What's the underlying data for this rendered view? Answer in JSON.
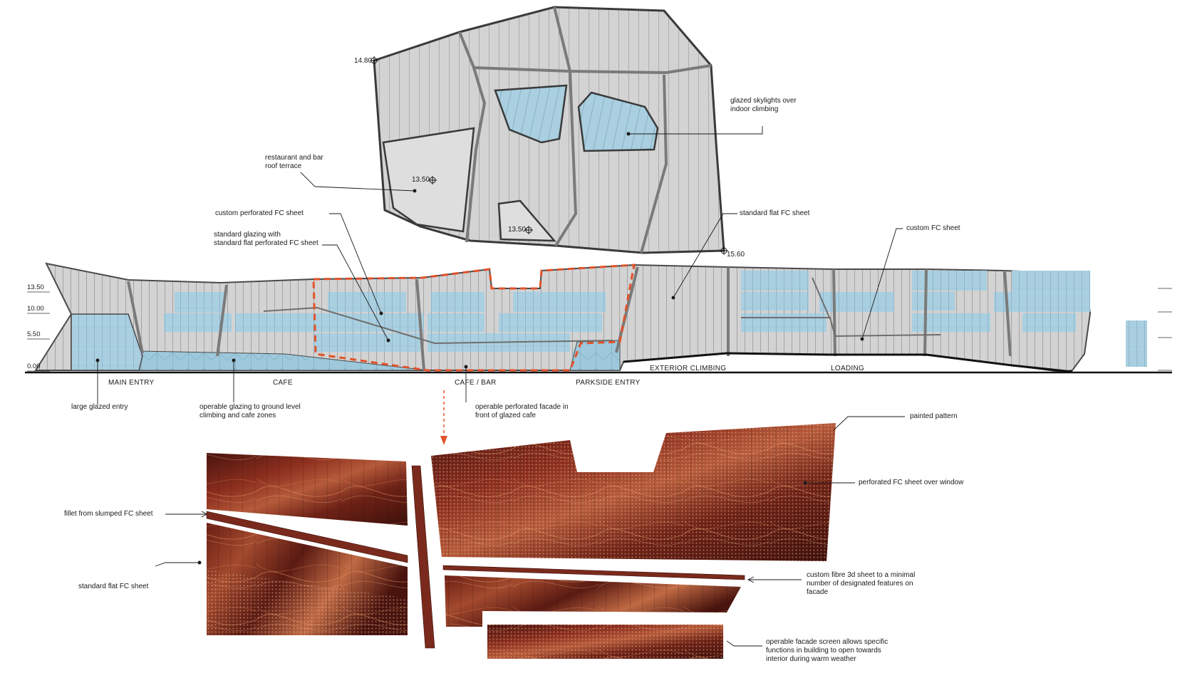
{
  "roof_plan": {
    "spot_levels": [
      "14.80",
      "13.50",
      "13.50",
      "15.60"
    ],
    "callouts": {
      "skylights": "glazed skylights over\nindoor climbing",
      "terrace": "restaurant and bar\nroof terrace"
    }
  },
  "elevation": {
    "levels": [
      "13.50",
      "10.00",
      "5.50",
      "0.00"
    ],
    "zones": [
      "MAIN ENTRY",
      "CAFE",
      "CAFE / BAR",
      "PARKSIDE ENTRY",
      "EXTERIOR CLIMBING",
      "LOADING"
    ],
    "callouts": {
      "custom_perforated": "custom perforated FC sheet",
      "standard_glazing": "standard glazing with\nstandard flat perforated FC sheet",
      "standard_flat_top": "standard flat FC sheet",
      "custom_fc": "custom FC sheet",
      "large_glazed": "large glazed entry",
      "operable_glazing": "operable glazing to ground level\nclimbing and cafe zones",
      "operable_perforated": "operable perforated facade in\nfront of glazed cafe"
    }
  },
  "detail": {
    "callouts": {
      "painted_pattern": "painted pattern",
      "perforated_over_window": "perforated FC sheet over window",
      "fillet": "fillet from slumped FC sheet",
      "standard_flat": "standard flat FC sheet",
      "custom_fibre": "custom fibre 3d sheet to a minimal\nnumber of designated features on\nfacade",
      "operable_screen": "operable facade screen allows specific\nfunctions in building to open towards\ninterior during warm weather"
    }
  },
  "colors": {
    "panel_grey": "#d3d3d3",
    "panel_line": "#555555",
    "outline": "#3a3a3a",
    "glazing": "#a9cfe0",
    "glazing_dark": "#8cbfd6",
    "accent_orange": "#e2522a",
    "copper_dark": "#5a1a12",
    "copper_mid": "#8b2e1e",
    "copper_light": "#d98a5c"
  }
}
